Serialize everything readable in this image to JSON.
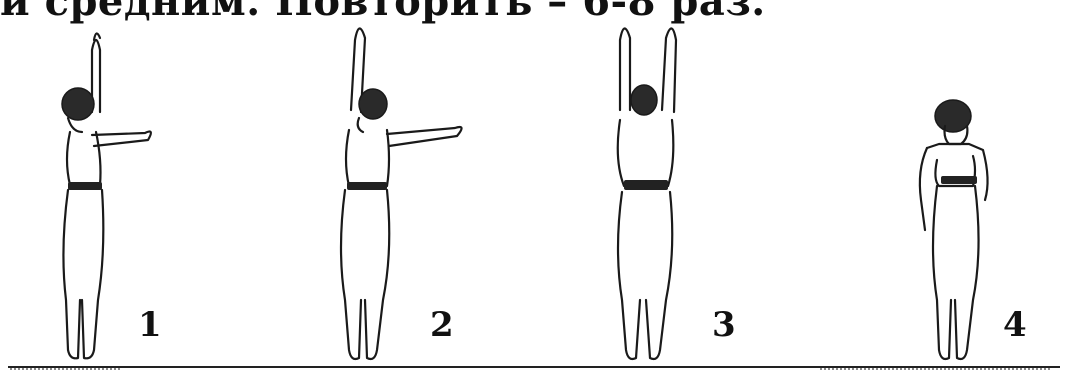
{
  "caption": {
    "cut_line": "и средним. Повторить – 6-8 раз."
  },
  "figures": [
    {
      "number": "1",
      "pose": "right arm raised, left arm forward"
    },
    {
      "number": "2",
      "pose": "right arm raised, left arm to side"
    },
    {
      "number": "3",
      "pose": "both arms raised"
    },
    {
      "number": "4",
      "pose": "standing, arms down"
    }
  ]
}
